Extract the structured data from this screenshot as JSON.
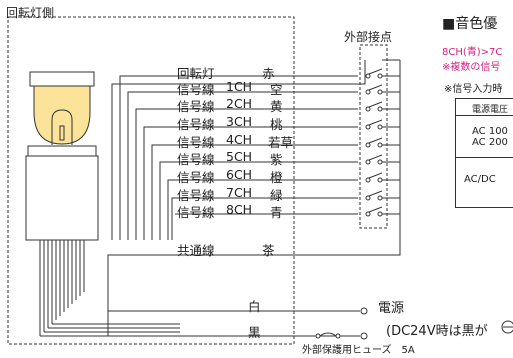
{
  "header": {
    "rotating_light_side": "回転灯側",
    "external_contacts": "外部接点",
    "section_title": "■音色優",
    "red_note_1": "8CH(青)>7C",
    "red_note_2": "※複数の信号",
    "note": "※信号入力時"
  },
  "wires": [
    {
      "label": "回転灯",
      "color": "赤"
    },
    {
      "label": "信号線",
      "ch": "1CH",
      "color": "空"
    },
    {
      "label": "信号線",
      "ch": "2CH",
      "color": "黄"
    },
    {
      "label": "信号線",
      "ch": "3CH",
      "color": "桃"
    },
    {
      "label": "信号線",
      "ch": "4CH",
      "color": "若草"
    },
    {
      "label": "信号線",
      "ch": "5CH",
      "color": "紫"
    },
    {
      "label": "信号線",
      "ch": "6CH",
      "color": "橙"
    },
    {
      "label": "信号線",
      "ch": "7CH",
      "color": "緑"
    },
    {
      "label": "信号線",
      "ch": "8CH",
      "color": "青"
    }
  ],
  "common": {
    "label": "共通線",
    "color": "茶"
  },
  "white": "白",
  "black": "黒",
  "power": "電源",
  "dc_note": "(DC24V時は黒が",
  "fuse": "外部保護用ヒューズ　5A",
  "table": {
    "header": "電源電圧",
    "row1_line1": "AC 100",
    "row1_line2": "AC 200",
    "row2": "AC/DC"
  }
}
